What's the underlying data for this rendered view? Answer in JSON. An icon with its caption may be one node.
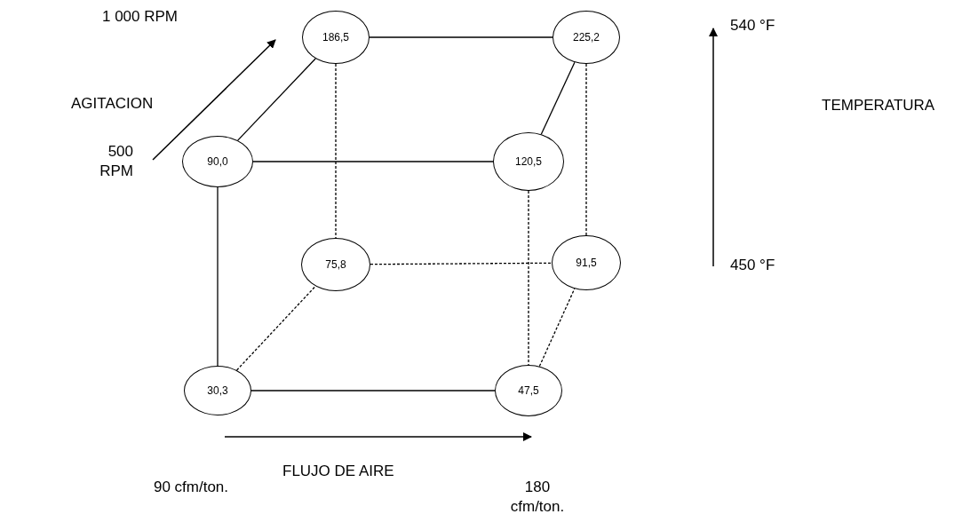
{
  "diagram": {
    "nodes": [
      {
        "text": [
          "186,5"
        ]
      },
      {
        "text": [
          "225,2"
        ]
      },
      {
        "text": [
          "90,0"
        ]
      },
      {
        "text": [
          "120,5"
        ]
      },
      {
        "text": [
          "75,8"
        ]
      },
      {
        "text": [
          "91,5"
        ]
      },
      {
        "text": [
          "30,3"
        ]
      },
      {
        "text": [
          "47,5"
        ]
      }
    ],
    "edges": [
      {
        "from": 0,
        "to": 1,
        "arrow": "none"
      },
      {
        "from": 2,
        "to": 0,
        "arrow": "none"
      },
      {
        "from": 3,
        "to": 1,
        "arrow": "none"
      },
      {
        "from": 2,
        "to": 3,
        "arrow": "none"
      },
      {
        "from": 0,
        "to": 4,
        "arrow": "none",
        "style": "dashed"
      },
      {
        "from": 1,
        "to": 5,
        "arrow": "none",
        "style": "dashed"
      },
      {
        "from": 3,
        "to": 7,
        "arrow": "none",
        "style": "dashed"
      },
      {
        "from": 4,
        "to": 5,
        "arrow": "none",
        "style": "dashed"
      },
      {
        "from": 2,
        "to": 6,
        "arrow": "none"
      },
      {
        "from": 6,
        "to": 4,
        "arrow": "none",
        "style": "dashed"
      },
      {
        "from": 6,
        "to": 7,
        "arrow": "none"
      },
      {
        "from": 7,
        "to": 5,
        "arrow": "none",
        "style": "dashed"
      }
    ],
    "labels": [
      "1 000 RPM",
      "AGITACION",
      "500 RPM",
      "540 °F",
      "TEMPERATURA",
      "450 °F",
      "FLUJO DE AIRE",
      "90 cfm/ton.",
      "180 cfm/ton."
    ]
  }
}
